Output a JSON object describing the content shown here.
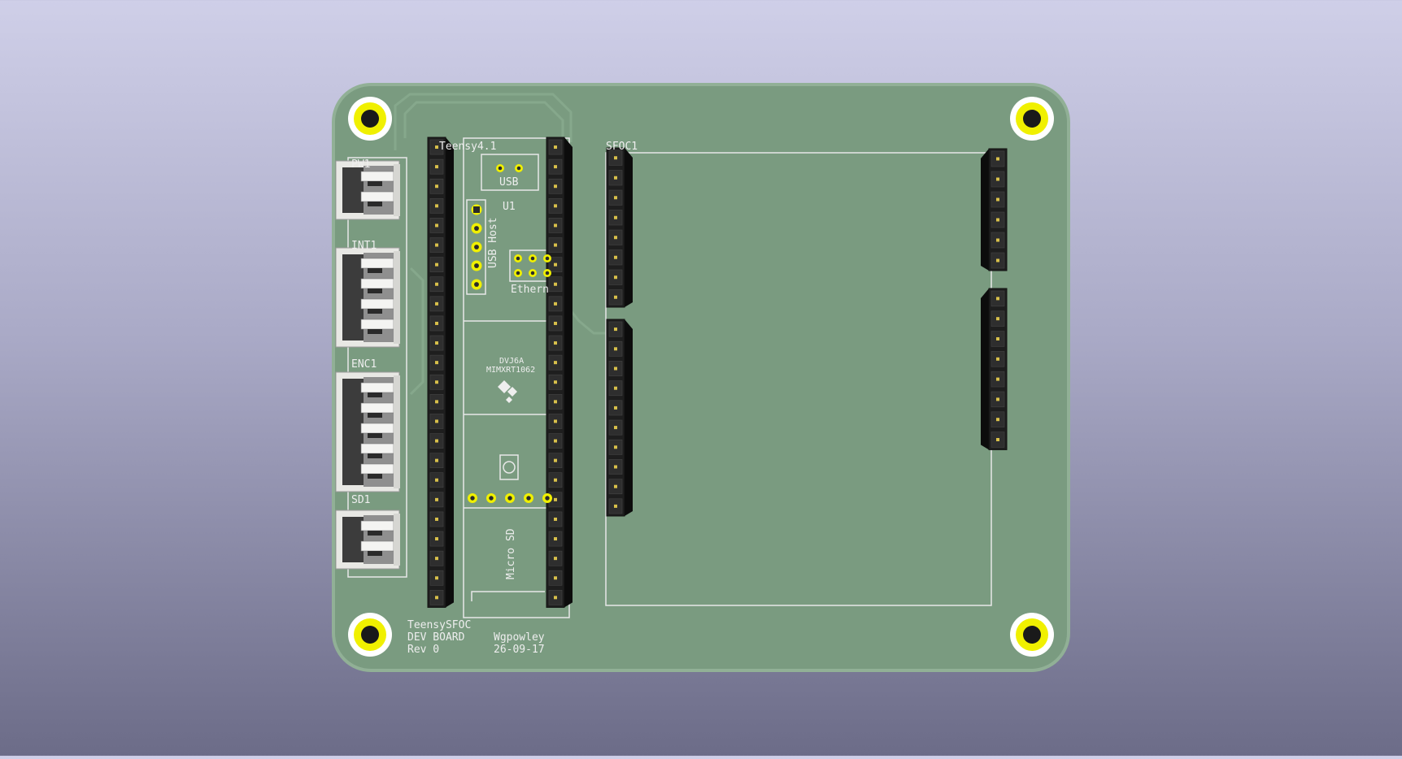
{
  "window": {
    "type": "3D PCB viewer"
  },
  "colors": {
    "background_top": "#cfcfe8",
    "background_bottom": "#6c6c88",
    "board": "#7a9b80",
    "board_edge": "#8fae94",
    "silkscreen": "#eeeeee",
    "header_body": "#1e1e1e",
    "connector_white": "#e8e8e4",
    "pad_gold": "#f0f000"
  },
  "labels": {
    "pw1": "PW1",
    "int1": "INT1",
    "enc1": "ENC1",
    "sd1": "SD1",
    "teensy": "Teensy4.1",
    "u1": "U1",
    "usb": "USB",
    "usb_host": "USB Host",
    "ethernet": "Ethern",
    "chip_line1": "DVJ6A",
    "chip_line2": "MIMXRT1062",
    "micro_sd": "Micro SD",
    "sfoc1": "SFOC1"
  },
  "title_block": {
    "name": "TeensySFOC",
    "subtitle": "DEV BOARD",
    "revision": "Rev 0",
    "author": "Wgpowley",
    "date": "26-09-17"
  },
  "components": {
    "teensy_header_pins": 24,
    "sfoc_left_upper_pins": 8,
    "sfoc_left_lower_pins": 10,
    "sfoc_right_upper_pins": 6,
    "sfoc_right_lower_pins": 8,
    "connectors": [
      {
        "ref": "PW1",
        "pins": 2
      },
      {
        "ref": "INT1",
        "pins": 4
      },
      {
        "ref": "ENC1",
        "pins": 5
      },
      {
        "ref": "SD1",
        "pins": 2
      }
    ]
  }
}
